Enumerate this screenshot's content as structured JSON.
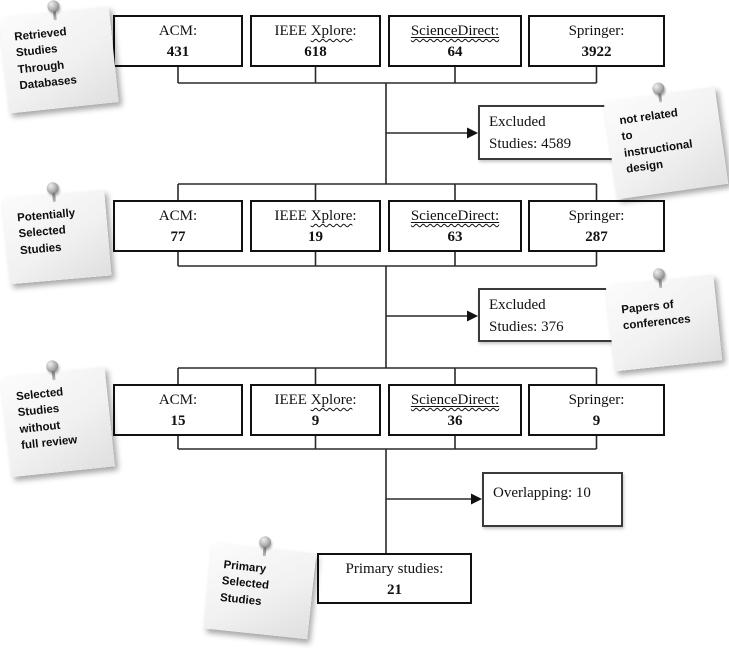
{
  "colors": {
    "line": "#2a2a2a",
    "box_border": "#111111",
    "side_box_border": "#3a3a3a",
    "note_background": "#f2f2f2",
    "text": "#111111"
  },
  "stages": [
    {
      "note": {
        "lines": [
          "Retrieved",
          "Studies",
          "Through",
          "Databases"
        ]
      },
      "boxes": [
        {
          "text": "ACM:",
          "value": "431"
        },
        {
          "pre": "IEEE ",
          "underlined": "Xplore",
          "post": ":",
          "value": "618"
        },
        {
          "underlined": "ScienceDirect:",
          "value": "64"
        },
        {
          "text": "Springer:",
          "value": "3922"
        }
      ],
      "excluded": {
        "line1": "Excluded",
        "line2": "Studies: 4589"
      },
      "excluded_note": {
        "lines": [
          "not related",
          "to",
          "instructional",
          "design"
        ]
      }
    },
    {
      "note": {
        "lines": [
          "Potentially",
          "Selected",
          "Studies"
        ]
      },
      "boxes": [
        {
          "text": "ACM:",
          "value": "77"
        },
        {
          "pre": "IEEE ",
          "underlined": "Xplore",
          "post": ":",
          "value": "19"
        },
        {
          "underlined": "ScienceDirect:",
          "value": "63"
        },
        {
          "text": "Springer:",
          "value": "287"
        }
      ],
      "excluded": {
        "line1": "Excluded",
        "line2": "Studies: 376"
      },
      "excluded_note": {
        "lines": [
          "Papers of",
          "conferences"
        ]
      }
    },
    {
      "note": {
        "lines": [
          "Selected",
          "Studies",
          "without",
          "full review"
        ]
      },
      "boxes": [
        {
          "text": "ACM:",
          "value": "15"
        },
        {
          "pre": "IEEE ",
          "underlined": "Xplore",
          "post": ":",
          "value": "9"
        },
        {
          "underlined": "ScienceDirect:",
          "value": "36"
        },
        {
          "text": "Springer:",
          "value": "9"
        }
      ]
    }
  ],
  "overlapping": {
    "text": "Overlapping: 10"
  },
  "primary": {
    "label": "Primary studies:",
    "value": "21",
    "note": {
      "lines": [
        "Primary",
        "Selected",
        "Studies"
      ]
    }
  }
}
